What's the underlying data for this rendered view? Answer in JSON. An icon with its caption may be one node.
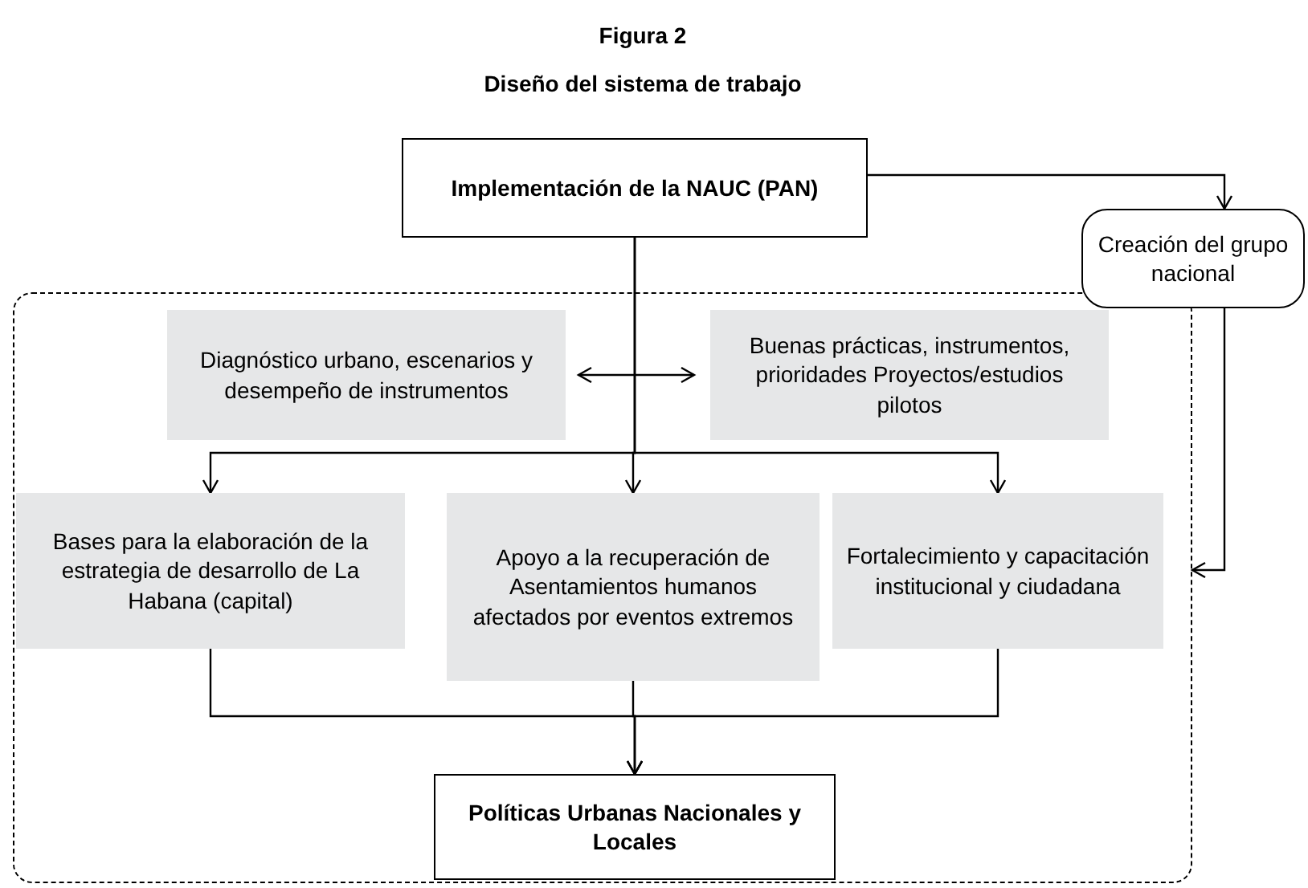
{
  "diagram": {
    "title": "Diseño del sistema de trabajo",
    "nodes": [
      {
        "text": [
          "Implementación de la NAUC (PAN)"
        ]
      },
      {
        "text": [
          "Creación del grupo nacional"
        ]
      },
      {
        "text": [],
        "shape": "box"
      },
      {
        "text": [
          "Diagnóstico urbano, escenarios y desempeño de instrumentos"
        ],
        "in": 2
      },
      {
        "text": [
          "Buenas prácticas, instrumentos, prioridades Proyectos/estudios pilotos"
        ],
        "in": 2
      },
      {
        "text": [
          "Bases para la elaboración de la estrategia de desarrollo de La Habana (capital)"
        ],
        "in": 2
      },
      {
        "text": [
          "Apoyo a la recuperación de Asentamientos humanos afectados por eventos extremos"
        ],
        "in": 2
      },
      {
        "text": [
          "Fortalecimiento y capacitación institucional y ciudadana"
        ],
        "in": 2
      },
      {
        "text": [
          "Políticas Urbanas Nacionales y Locales"
        ],
        "in": 2
      }
    ],
    "edges": [
      {
        "from": 0,
        "to": 1,
        "arrow": "to"
      },
      {
        "from": 3,
        "to": 4,
        "arrow": "both"
      },
      {
        "from": 0,
        "to": 5,
        "arrow": "to"
      },
      {
        "from": 0,
        "to": 6,
        "arrow": "to"
      },
      {
        "from": 0,
        "to": 7,
        "arrow": "to"
      },
      {
        "from": 1,
        "to": 2,
        "arrow": "to"
      },
      {
        "from": 5,
        "to": 8,
        "arrow": "to"
      },
      {
        "from": 6,
        "to": 8,
        "arrow": "to"
      },
      {
        "from": 7,
        "to": 8,
        "arrow": "to"
      }
    ],
    "labels": [
      "Figura 2"
    ]
  }
}
